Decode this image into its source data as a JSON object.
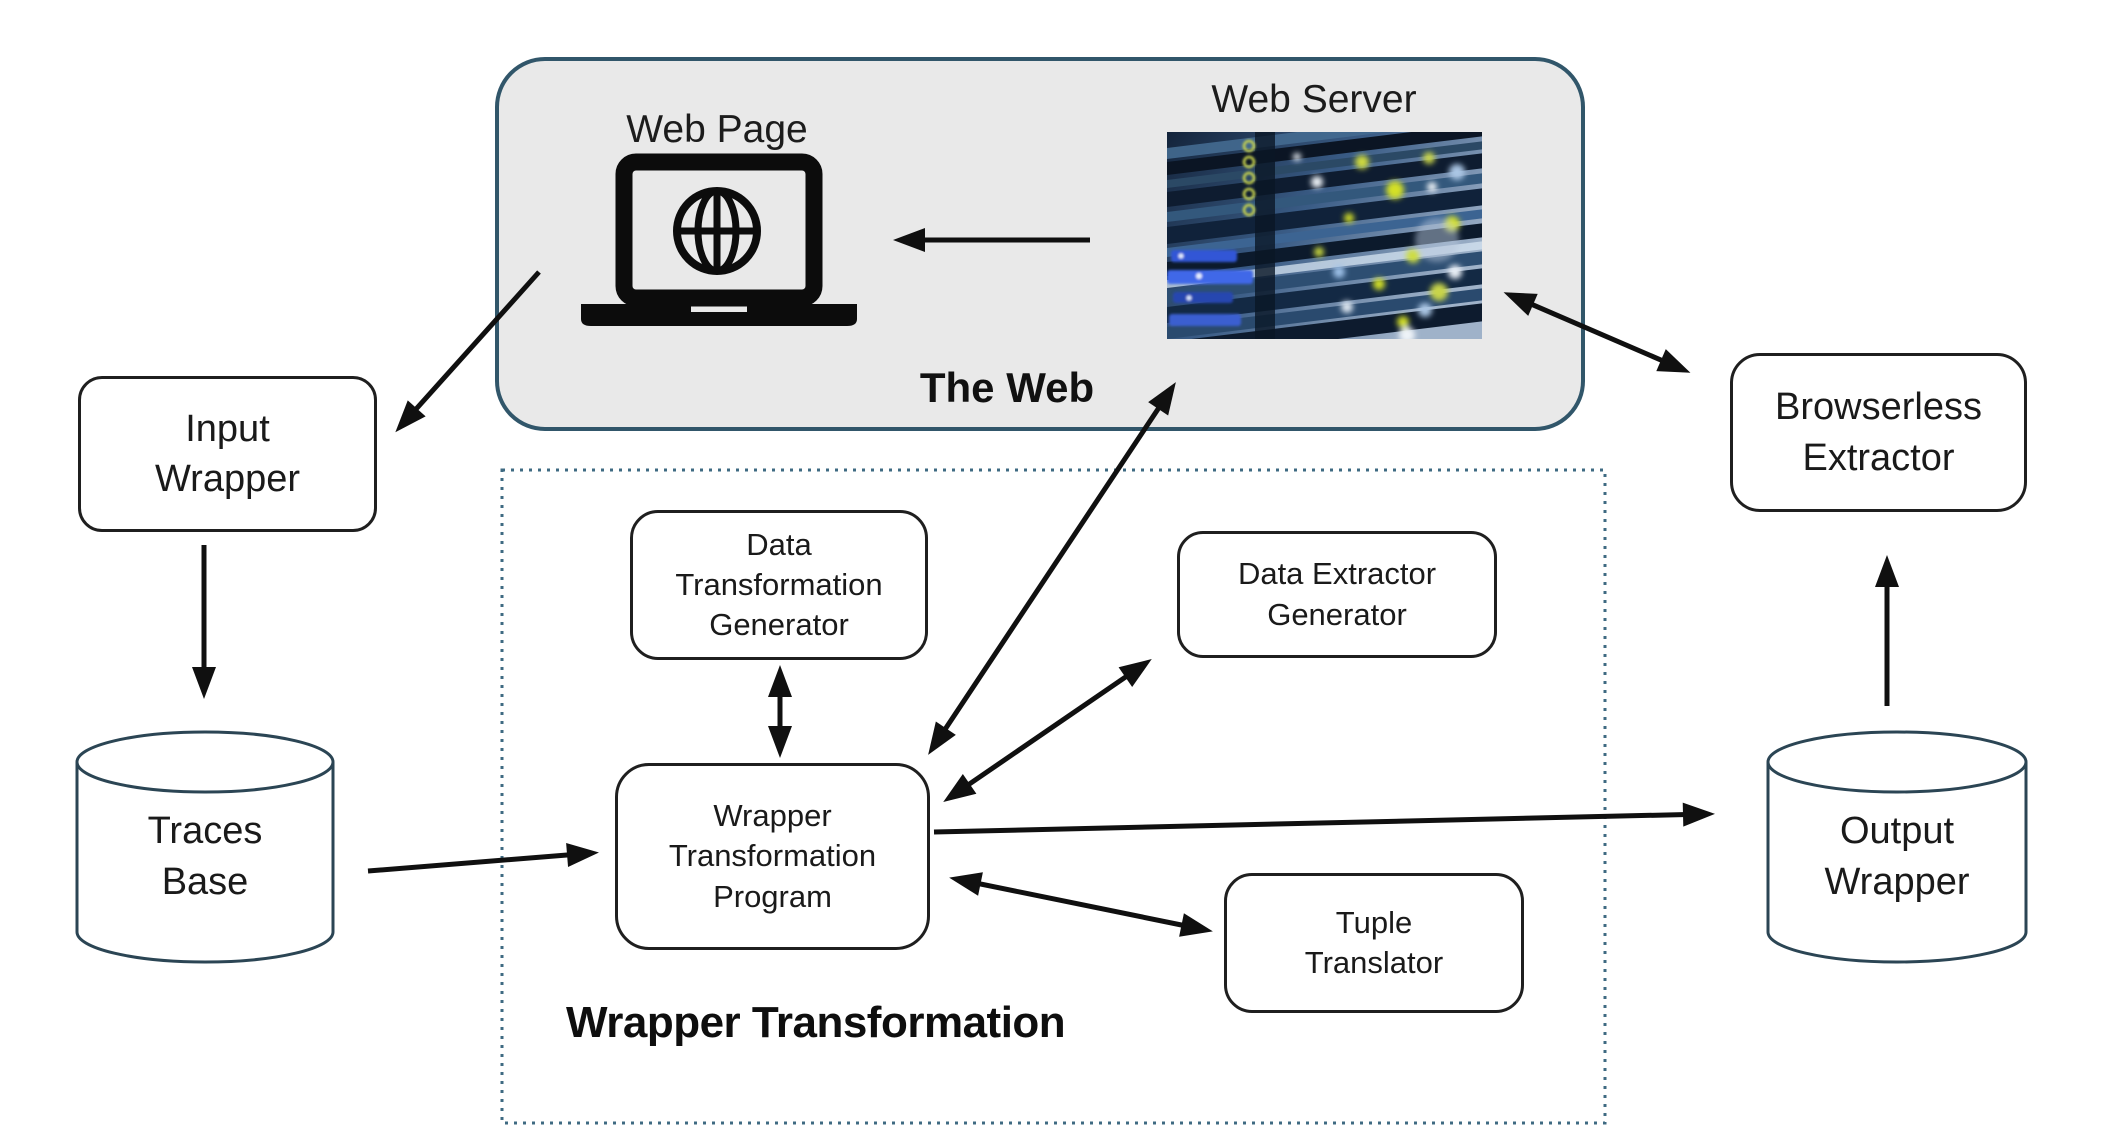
{
  "colors": {
    "background": "#ffffff",
    "web_container_fill": "#e9e9e9",
    "web_container_border": "#31566a",
    "dotted_group_border": "#3e6a82",
    "node_border": "#1f1f1f",
    "node_fill": "#ffffff",
    "cylinder_stroke": "#2b4554",
    "arrow": "#101010",
    "text": "#1a1a1a"
  },
  "web": {
    "title": "The Web",
    "page_label": "Web Page",
    "page_icon": "laptop-globe-icon",
    "server_label": "Web Server",
    "server_icon": "server-rack-photo"
  },
  "group": {
    "label": "Wrapper Transformation"
  },
  "nodes": {
    "input_wrapper": {
      "label": "Input\nWrapper",
      "shape": "rounded-rect"
    },
    "traces_base": {
      "label": "Traces\nBase",
      "shape": "cylinder"
    },
    "data_transformation_generator": {
      "label": "Data\nTransformation\nGenerator",
      "shape": "rounded-rect"
    },
    "wrapper_transformation_program": {
      "label": "Wrapper\nTransformation\nProgram",
      "shape": "rounded-rect"
    },
    "data_extractor_generator": {
      "label": "Data Extractor\nGenerator",
      "shape": "rounded-rect"
    },
    "tuple_translator": {
      "label": "Tuple\nTranslator",
      "shape": "rounded-rect"
    },
    "output_wrapper": {
      "label": "Output\nWrapper",
      "shape": "cylinder"
    },
    "browserless_extractor": {
      "label": "Browserless\nExtractor",
      "shape": "rounded-rect"
    }
  },
  "edges": [
    {
      "id": "web-server-to-web-page",
      "from": "web-server",
      "to": "web-page",
      "heads": "single"
    },
    {
      "id": "web-page-to-input-wrapper",
      "from": "web-page",
      "to": "input-wrapper",
      "heads": "single"
    },
    {
      "id": "input-wrapper-to-traces-base",
      "from": "input-wrapper",
      "to": "traces-base",
      "heads": "single"
    },
    {
      "id": "traces-base-to-wtp",
      "from": "traces-base",
      "to": "wrapper-transformation-program",
      "heads": "single"
    },
    {
      "id": "dtg-wtp",
      "from": "data-transformation-generator",
      "to": "wrapper-transformation-program",
      "heads": "double"
    },
    {
      "id": "wtp-deg",
      "from": "wrapper-transformation-program",
      "to": "data-extractor-generator",
      "heads": "double"
    },
    {
      "id": "wtp-tuple-translator",
      "from": "wrapper-transformation-program",
      "to": "tuple-translator",
      "heads": "double"
    },
    {
      "id": "wtp-web-server",
      "from": "wrapper-transformation-program",
      "to": "web-server",
      "heads": "double"
    },
    {
      "id": "wtp-output-wrapper",
      "from": "wrapper-transformation-program",
      "to": "output-wrapper",
      "heads": "single"
    },
    {
      "id": "output-wrapper-to-browserless",
      "from": "output-wrapper",
      "to": "browserless-extractor",
      "heads": "single"
    },
    {
      "id": "web-server-browserless",
      "from": "web-server",
      "to": "browserless-extractor",
      "heads": "double"
    }
  ]
}
